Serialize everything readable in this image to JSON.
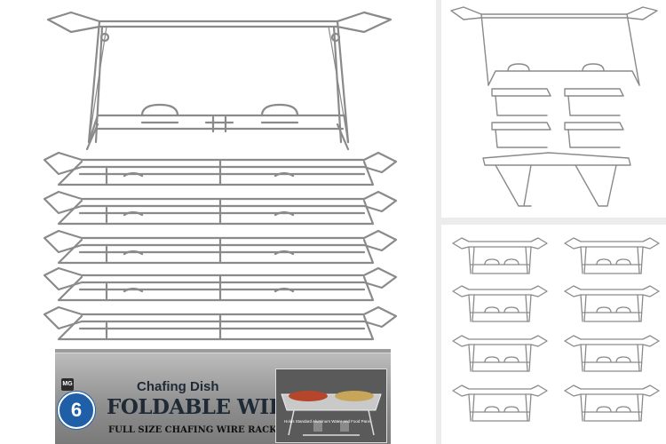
{
  "package": {
    "brand_logo": "MG",
    "count_badge": "6",
    "product_name": "Chafing Dish",
    "product_title": "FOLDABLE WIRE RACK",
    "product_subtitle": "FULL SIZE CHAFING WIRE RACK",
    "photo_caption": "Holds Standard Aluminum Water and Food Pans"
  },
  "colors": {
    "background": "#ffffff",
    "wire": "#8a8a8a",
    "box_gray": "#9a9a9a",
    "badge_blue": "#1f5fa8",
    "title_text": "#1f2a36"
  }
}
